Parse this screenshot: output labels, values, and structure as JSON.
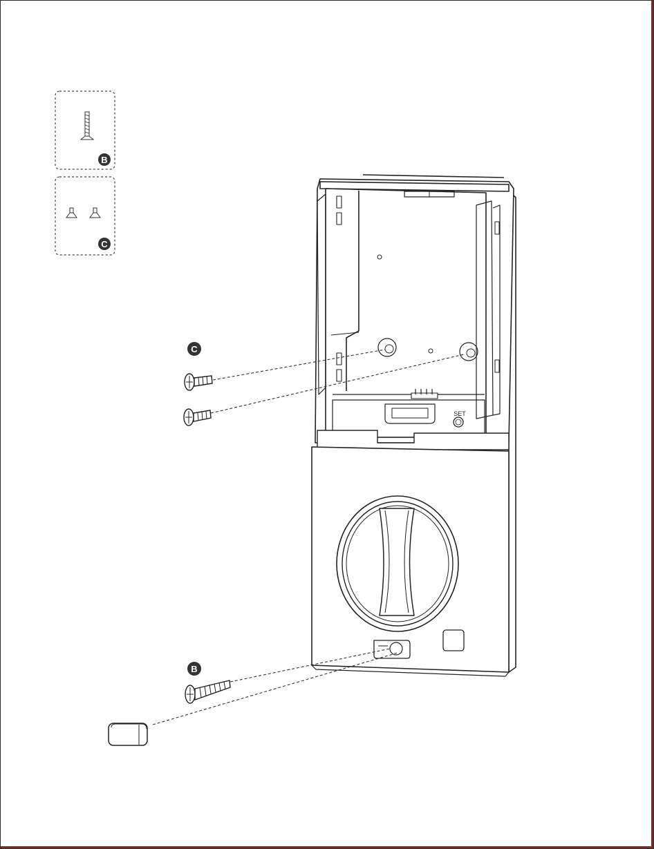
{
  "parts": [
    {
      "letter": "B",
      "count": 1
    },
    {
      "letter": "C",
      "count": 2
    }
  ],
  "callouts": {
    "mounting_screws": "C",
    "through_bolt": "B"
  },
  "set_button_label": "SET",
  "colors": {
    "line": "#222222",
    "label_fill": "#333333",
    "body_fill": "#ffffff",
    "frame_accent": "#7a2a2a"
  }
}
